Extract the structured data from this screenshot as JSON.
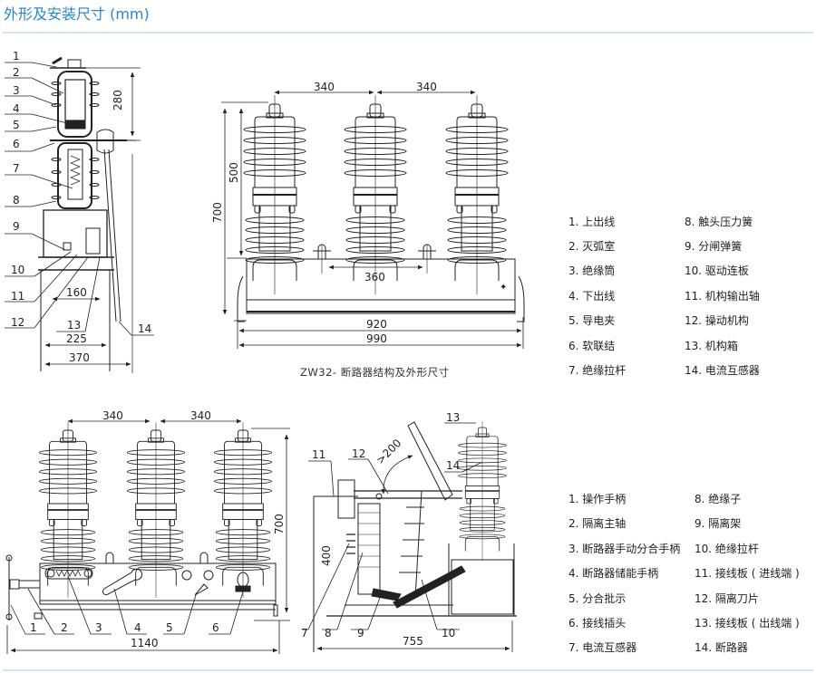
{
  "header": {
    "title": "外形及安装尺寸 (mm)"
  },
  "figure_top_left": {
    "part_numbers": [
      "1",
      "2",
      "3",
      "4",
      "5",
      "6",
      "7",
      "8",
      "9",
      "10",
      "11",
      "12",
      "13",
      "14"
    ],
    "dimensions": {
      "height_top": "280",
      "width_a": "160",
      "width_b": "225",
      "width_c": "370"
    }
  },
  "figure_top_middle": {
    "caption": "ZW32- 断路器结构及外形尺寸",
    "dimensions": {
      "pitch_1": "340",
      "pitch_2": "340",
      "height_total": "700",
      "height_pole": "500",
      "mount_spacing": "360",
      "width_inner": "920",
      "width_outer": "990"
    }
  },
  "legend_top": {
    "items": [
      "1. 上出线",
      "2. 灭弧室",
      "3. 绝缘筒",
      "4. 下出线",
      "5. 导电夹",
      "6. 软联结",
      "7. 绝缘拉杆",
      "8. 触头压力簧",
      "9. 分闸弹簧",
      "10. 驱动连板",
      "11. 机构输出轴",
      "12. 操动机构",
      "13. 机构箱",
      "14. 电流互感器"
    ]
  },
  "figure_bottom_left": {
    "part_numbers": [
      "1",
      "2",
      "3",
      "4",
      "5",
      "6"
    ],
    "dimensions": {
      "pitch_1": "340",
      "pitch_2": "340",
      "height_total": "700",
      "width_total": "1140"
    }
  },
  "figure_bottom_middle": {
    "part_numbers": [
      "7",
      "8",
      "9",
      "10",
      "11",
      "12",
      "13",
      "14"
    ],
    "dimensions": {
      "angle_clearance": ">200",
      "height": "400",
      "width_total": "755"
    }
  },
  "legend_bottom": {
    "items": [
      "1. 操作手柄",
      "2. 隔离主轴",
      "3. 断路器手动分合手柄",
      "4. 断路器储能手柄",
      "5. 分合批示",
      "6. 接线插头",
      "7. 电流互感器",
      "8. 绝缘子",
      "9. 隔离架",
      "10. 绝缘拉杆",
      "11. 接线板 ( 进线端 )",
      "12. 隔离刀片",
      "13. 接线板 ( 出线端 )",
      "14. 断路器"
    ]
  }
}
